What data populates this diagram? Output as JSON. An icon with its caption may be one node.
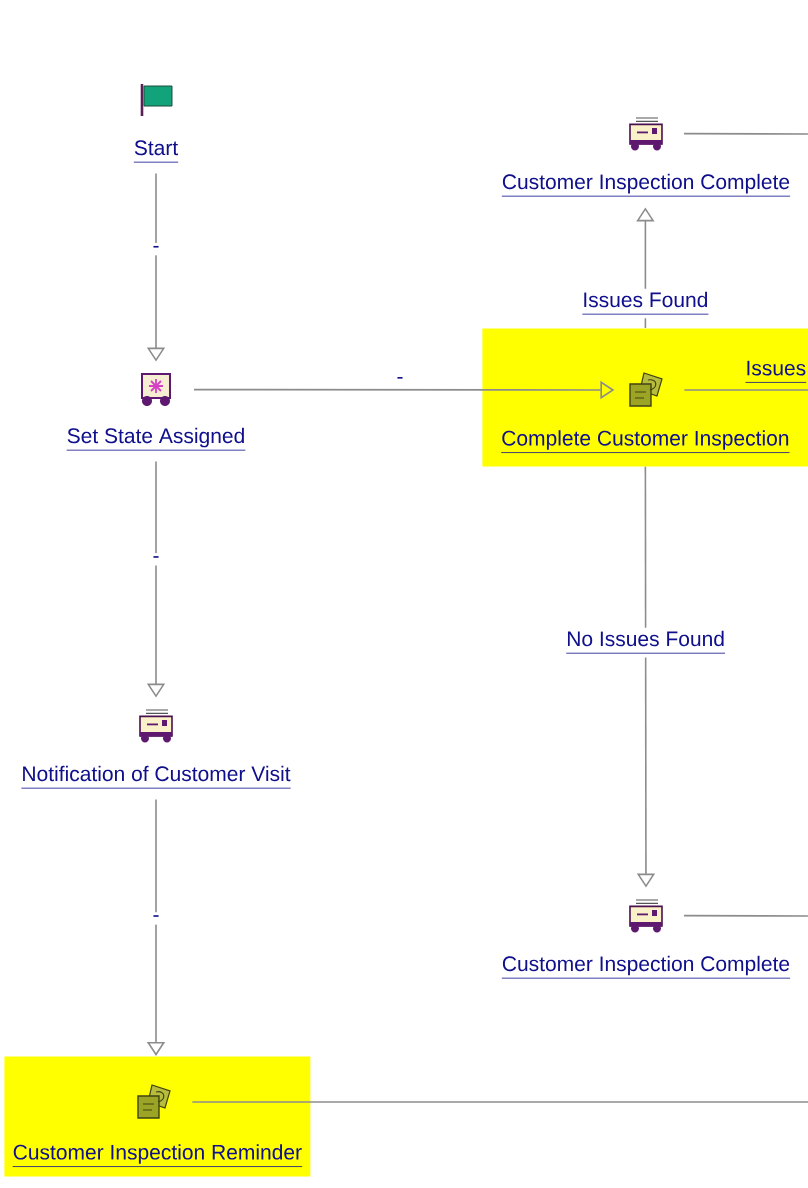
{
  "diagram": {
    "nodes": [
      {
        "text": [
          "Start"
        ]
      },
      {
        "text": [
          "Customer Inspection Complete"
        ]
      },
      {
        "text": [
          "Set State Assigned"
        ]
      },
      {
        "text": [
          "Complete Customer Inspection"
        ]
      },
      {
        "text": [
          "Notification of Customer Visit"
        ]
      },
      {
        "text": [
          "Customer Inspection Complete"
        ]
      },
      {
        "text": [
          "Customer Inspection Reminder"
        ]
      }
    ],
    "edges": [
      {
        "from": 0,
        "to": 2,
        "arrow": "to",
        "label": "-"
      },
      {
        "from": 1,
        "to": null,
        "arrow": "none"
      },
      {
        "from": 2,
        "to": 3,
        "arrow": "to",
        "label": "-"
      },
      {
        "from": 3,
        "to": 1,
        "arrow": "to",
        "label": "Issues Found"
      },
      {
        "from": 3,
        "to": null,
        "arrow": "none",
        "label": "Issues"
      },
      {
        "from": 2,
        "to": 4,
        "arrow": "to",
        "label": "-"
      },
      {
        "from": 3,
        "to": 5,
        "arrow": "to",
        "label": "No Issues Found"
      },
      {
        "from": 5,
        "to": null,
        "arrow": "none"
      },
      {
        "from": 4,
        "to": 6,
        "arrow": "to",
        "label": "-"
      },
      {
        "from": 6,
        "to": null,
        "arrow": "none"
      }
    ]
  }
}
